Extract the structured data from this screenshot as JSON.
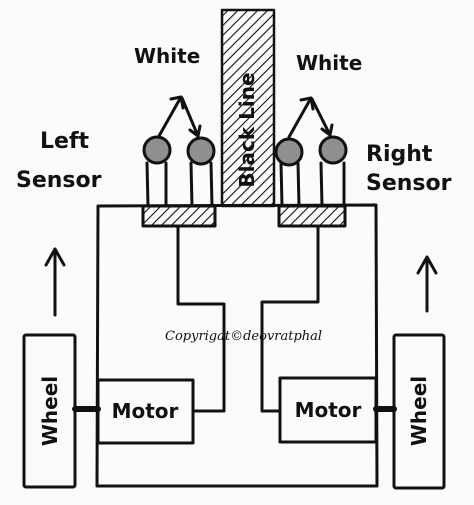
{
  "labels": {
    "white_left": "White",
    "white_right": "White",
    "black_line": "Black Line",
    "left_sensor_line1": "Left",
    "left_sensor_line2": "Sensor",
    "right_sensor_line1": "Right",
    "right_sensor_line2": "Sensor",
    "motor_left": "Motor",
    "motor_right": "Motor",
    "wheel_left": "Wheel",
    "wheel_right": "Wheel",
    "copyright": "Copyrigat©deovratphal"
  },
  "colors": {
    "ink": "#111111",
    "sensor_bulb": "#8f8f8f",
    "paper": "#fbfbfb"
  }
}
